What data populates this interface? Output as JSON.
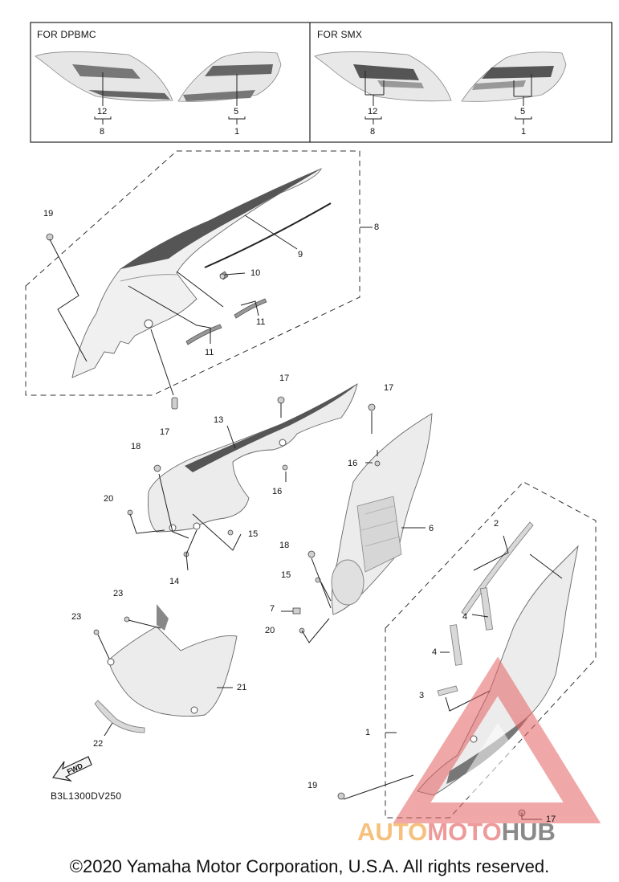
{
  "diagram": {
    "variants": [
      {
        "title": "FOR DPBMC",
        "left_parts": [
          "12",
          "8"
        ],
        "right_parts": [
          "5",
          "1"
        ]
      },
      {
        "title": "FOR SMX",
        "left_parts": [
          "12",
          "8"
        ],
        "right_parts": [
          "5",
          "1"
        ]
      }
    ],
    "callouts": {
      "c1": "1",
      "c2": "2",
      "c3": "3",
      "c4a": "4",
      "c4b": "4",
      "c6": "6",
      "c7": "7",
      "c8": "8",
      "c9": "9",
      "c10": "10",
      "c11a": "11",
      "c11b": "11",
      "c13": "13",
      "c14": "14",
      "c15a": "15",
      "c15b": "15",
      "c16a": "16",
      "c16b": "16",
      "c17a": "17",
      "c17b": "17",
      "c17c": "17",
      "c17d": "17",
      "c18a": "18",
      "c18b": "18",
      "c19a": "19",
      "c19b": "19",
      "c20a": "20",
      "c20b": "20",
      "c21": "21",
      "c22": "22",
      "c23a": "23",
      "c23b": "23"
    },
    "fwd_label": "FWD",
    "diagram_code": "B3L1300DV250",
    "copyright": "©2020 Yamaha Motor Corporation, U.S.A. All rights reserved.",
    "watermark": {
      "part1": "AUTO",
      "part2": "MOTO",
      "part3": "HUB"
    }
  }
}
